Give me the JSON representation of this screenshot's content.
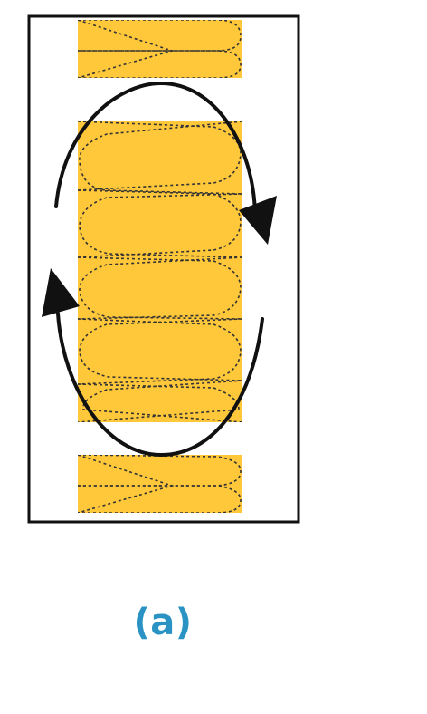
{
  "figure": {
    "caption": "(a)"
  },
  "colors": {
    "fill": "#FFC73A",
    "stroke": "#111111",
    "dash": "#333333",
    "caption": "#2A93C4"
  },
  "blocks": [
    {
      "name": "top-block",
      "teardrop_rows": 2
    },
    {
      "name": "middle-block",
      "teardrop_rows": 5
    },
    {
      "name": "bottom-block",
      "teardrop_rows": 2
    }
  ],
  "circulation": {
    "direction": "clockwise",
    "arrowheads": 2
  }
}
